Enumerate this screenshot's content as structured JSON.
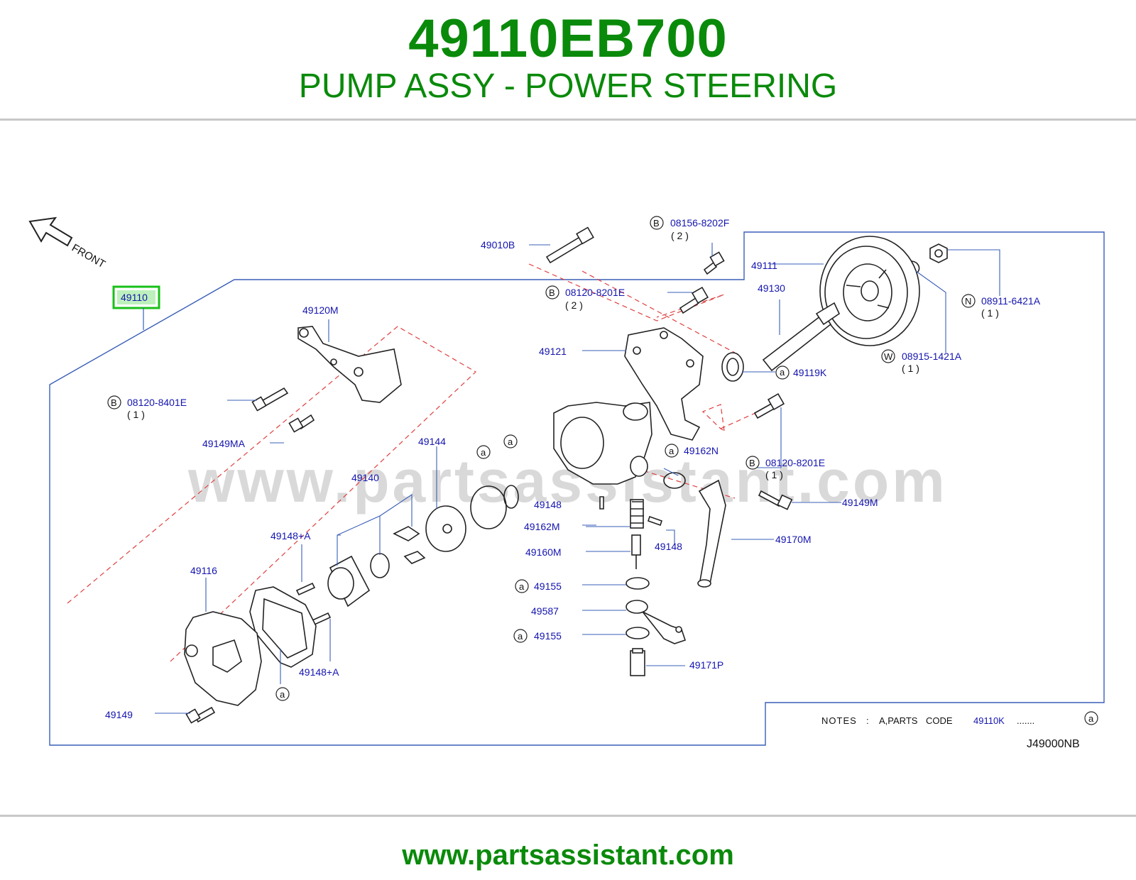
{
  "header": {
    "part_number": "49110EB700",
    "part_name": "PUMP ASSY - POWER STEERING"
  },
  "diagram": {
    "front_label": "FRONT",
    "highlight_part": "49110",
    "watermark": "www.partsassistant.com",
    "drawing_code": "J49000NB",
    "notes": {
      "label": "NOTES",
      "sep": ":",
      "text": "A,PARTS CODE",
      "code": "49110K",
      "dots": "......."
    },
    "circle_a": "a",
    "callouts": {
      "p49010B": "49010B",
      "p08156": "08156-8202F",
      "p08156_qty": "( 2 )",
      "p08120_8201E_top": "08120-8201E",
      "p08120_8201E_top_qty": "( 2 )",
      "p49111": "49111",
      "p49130": "49130",
      "p08911": "08911-6421A",
      "p08911_qty": "( 1 )",
      "p49121": "49121",
      "p08915": "08915-1421A",
      "p08915_qty": "( 1 )",
      "p49119K": "49119K",
      "p49120M": "49120M",
      "p08120_8401E": "08120-8401E",
      "p08120_8401E_qty": "( 1 )",
      "p49149MA": "49149MA",
      "p49144": "49144",
      "p49162N": "49162N",
      "p08120_8201E_mid": "08120-8201E",
      "p08120_8201E_mid_qty": "( 1 )",
      "p49140": "49140",
      "p49148_a": "49148",
      "p49149M": "49149M",
      "p49162M": "49162M",
      "p49148_b": "49148",
      "p49170M": "49170M",
      "p49148A_top": "49148+A",
      "p49160M": "49160M",
      "p49116": "49116",
      "p49155_a": "49155",
      "p49587": "49587",
      "p49155_b": "49155",
      "p49171P": "49171P",
      "p49148A_bot": "49148+A",
      "p49149": "49149"
    },
    "circle_letters": {
      "B": "B",
      "N": "N",
      "W": "W"
    }
  },
  "footer": {
    "url": "www.partsassistant.com"
  },
  "colors": {
    "brand_green": "#0a8a0a",
    "callout_blue": "#1515b0",
    "highlight_border": "#18c018",
    "dashed_red": "#e04040"
  }
}
